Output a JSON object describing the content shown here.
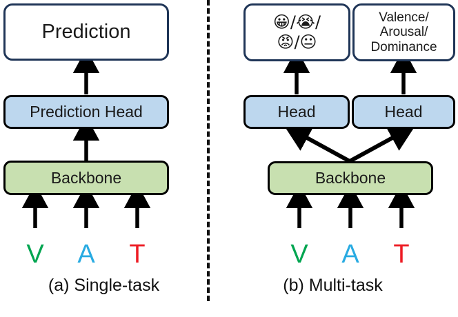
{
  "figure": {
    "panels": [
      {
        "id": "single-task",
        "caption": "(a) Single-task",
        "output_box": {
          "label": "Prediction"
        },
        "head_boxes": [
          {
            "label": "Prediction Head"
          }
        ],
        "backbone": {
          "label": "Backbone"
        },
        "modalities": [
          {
            "letter": "V",
            "color": "#00a550"
          },
          {
            "letter": "A",
            "color": "#29abe2"
          },
          {
            "letter": "T",
            "color": "#ed1c24"
          }
        ]
      },
      {
        "id": "multi-task",
        "caption": "(b) Multi-task",
        "output_boxes": [
          {
            "id": "emotion-categories",
            "emojis": [
              "😀",
              "😭",
              "😡",
              "😐"
            ],
            "emoji_names": [
              "grinning-face",
              "loudly-crying-face",
              "pouting-face",
              "neutral-face"
            ],
            "separator": "/",
            "line1": "😀/😭/",
            "line2": "😡/😐"
          },
          {
            "id": "vad-dimensions",
            "line1": "Valence/",
            "line2": "Arousal/",
            "line3": "Dominance"
          }
        ],
        "head_boxes": [
          {
            "label": "Head"
          },
          {
            "label": "Head"
          }
        ],
        "backbone": {
          "label": "Backbone"
        },
        "modalities": [
          {
            "letter": "V",
            "color": "#00a550"
          },
          {
            "letter": "A",
            "color": "#29abe2"
          },
          {
            "letter": "T",
            "color": "#ed1c24"
          }
        ]
      }
    ],
    "colors": {
      "head_fill": "#bdd7ee",
      "backbone_fill": "#c8e0b0",
      "output_border": "#1f3557",
      "box_border": "#000000",
      "arrow": "#000000",
      "divider": "#111111"
    }
  }
}
